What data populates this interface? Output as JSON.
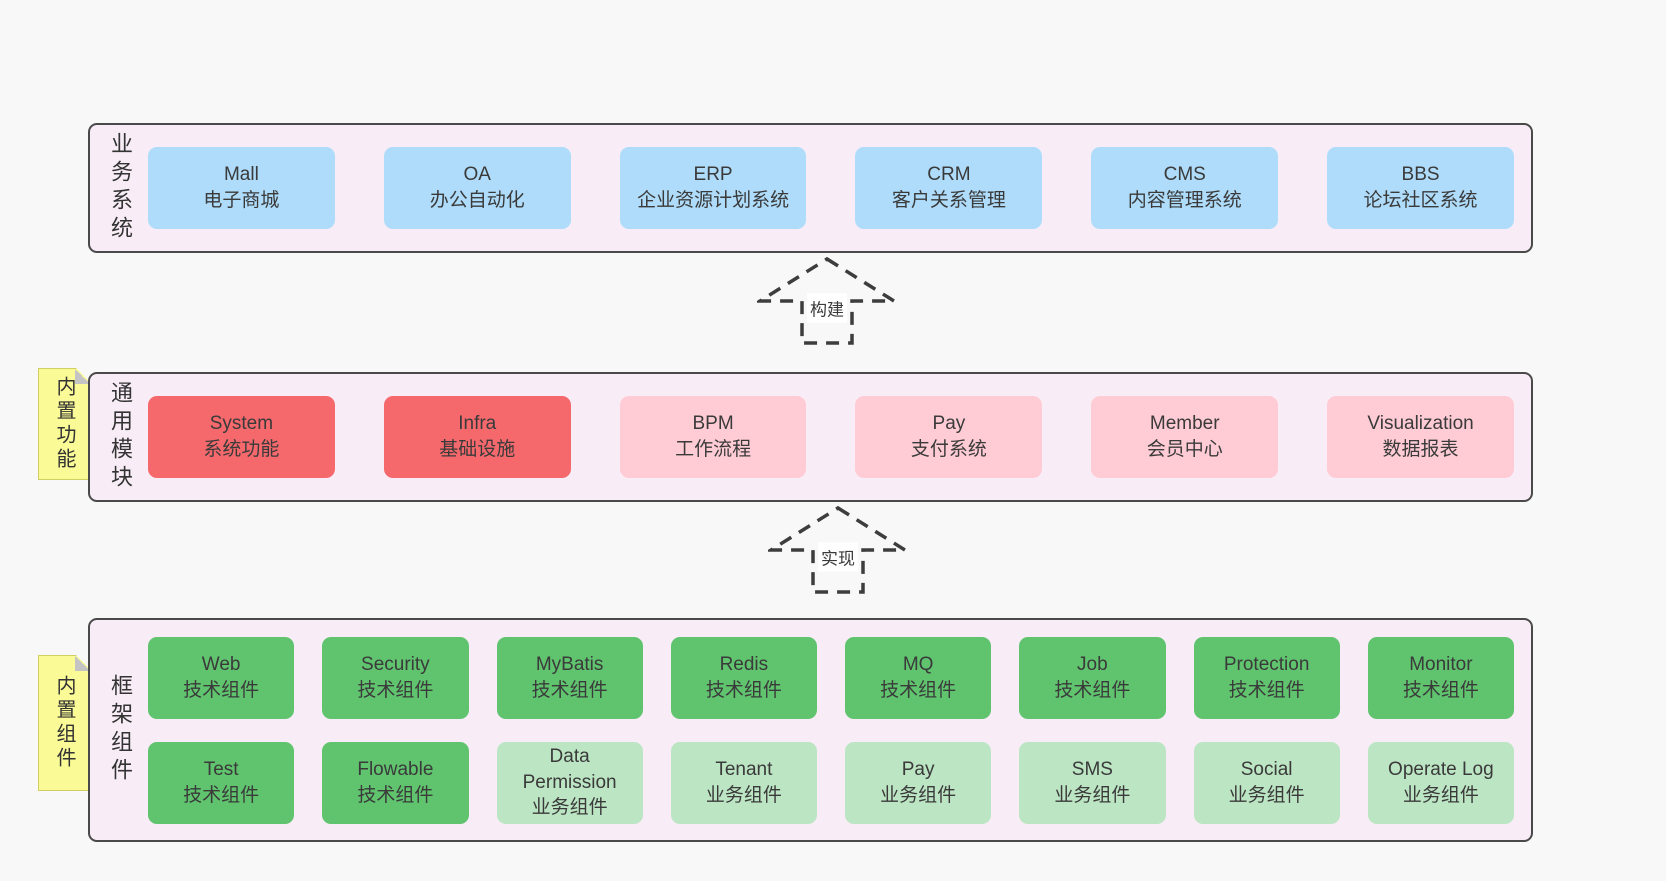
{
  "diagram": {
    "bands": [
      {
        "label": "业务系统",
        "boxes": [
          {
            "name": "Mall",
            "desc": "电子商城",
            "type": "blue"
          },
          {
            "name": "OA",
            "desc": "办公自动化",
            "type": "blue"
          },
          {
            "name": "ERP",
            "desc": "企业资源计划系统",
            "type": "blue"
          },
          {
            "name": "CRM",
            "desc": "客户关系管理",
            "type": "blue"
          },
          {
            "name": "CMS",
            "desc": "内容管理系统",
            "type": "blue"
          },
          {
            "name": "BBS",
            "desc": "论坛社区系统",
            "type": "blue"
          }
        ]
      },
      {
        "label": "通用模块",
        "sticky": "内置功能",
        "boxes": [
          {
            "name": "System",
            "desc": "系统功能",
            "type": "red"
          },
          {
            "name": "Infra",
            "desc": "基础设施",
            "type": "red"
          },
          {
            "name": "BPM",
            "desc": "工作流程",
            "type": "pink"
          },
          {
            "name": "Pay",
            "desc": "支付系统",
            "type": "pink"
          },
          {
            "name": "Member",
            "desc": "会员中心",
            "type": "pink"
          },
          {
            "name": "Visualization",
            "desc": "数据报表",
            "type": "pink"
          }
        ]
      },
      {
        "label": "框架组件",
        "sticky": "内置组件",
        "rows": [
          [
            {
              "name": "Web",
              "desc": "技术组件",
              "type": "green"
            },
            {
              "name": "Security",
              "desc": "技术组件",
              "type": "green"
            },
            {
              "name": "MyBatis",
              "desc": "技术组件",
              "type": "green"
            },
            {
              "name": "Redis",
              "desc": "技术组件",
              "type": "green"
            },
            {
              "name": "MQ",
              "desc": "技术组件",
              "type": "green"
            },
            {
              "name": "Job",
              "desc": "技术组件",
              "type": "green"
            },
            {
              "name": "Protection",
              "desc": "技术组件",
              "type": "green"
            },
            {
              "name": "Monitor",
              "desc": "技术组件",
              "type": "green"
            }
          ],
          [
            {
              "name": "Test",
              "desc": "技术组件",
              "type": "green"
            },
            {
              "name": "Flowable",
              "desc": "技术组件",
              "type": "green"
            },
            {
              "name": "Data Permission",
              "desc": "业务组件",
              "type": "green-light"
            },
            {
              "name": "Tenant",
              "desc": "业务组件",
              "type": "green-light"
            },
            {
              "name": "Pay",
              "desc": "业务组件",
              "type": "green-light"
            },
            {
              "name": "SMS",
              "desc": "业务组件",
              "type": "green-light"
            },
            {
              "name": "Social",
              "desc": "业务组件",
              "type": "green-light"
            },
            {
              "name": "Operate Log",
              "desc": "业务组件",
              "type": "green-light"
            }
          ]
        ]
      }
    ],
    "arrows": [
      {
        "label": "构建"
      },
      {
        "label": "实现"
      }
    ],
    "colors": {
      "background": "#f8f8f8",
      "band_bg": "#f8edf6",
      "band_border": "#4a4a4a",
      "blue": "#aedcfa",
      "red": "#f5696d",
      "pink": "#ffccd5",
      "green": "#60c46f",
      "green_light": "#bce5c3",
      "sticky_yellow": "#fafa96",
      "fold_gray": "#c4c4c4",
      "text": "#3a3a3a"
    }
  }
}
